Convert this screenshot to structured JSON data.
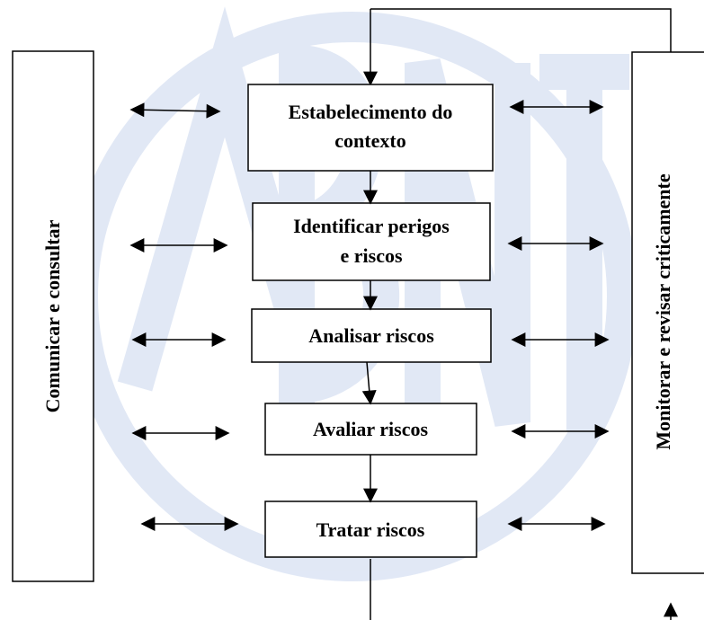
{
  "diagram": {
    "left_panel_label": "Comunicar e consultar",
    "right_panel_label": "Monitorar e revisar criticamente",
    "steps": [
      {
        "lines": [
          "Estabelecimento do",
          "contexto"
        ]
      },
      {
        "lines": [
          "Identificar perigos",
          "e riscos"
        ]
      },
      {
        "lines": [
          "Analisar riscos"
        ]
      },
      {
        "lines": [
          "Avaliar riscos"
        ]
      },
      {
        "lines": [
          "Tratar riscos"
        ]
      }
    ]
  },
  "watermark": {
    "text": "ABNT",
    "color": "#c9d6ee"
  },
  "colors": {
    "line": "#000000",
    "box_fill": "#ffffff"
  }
}
